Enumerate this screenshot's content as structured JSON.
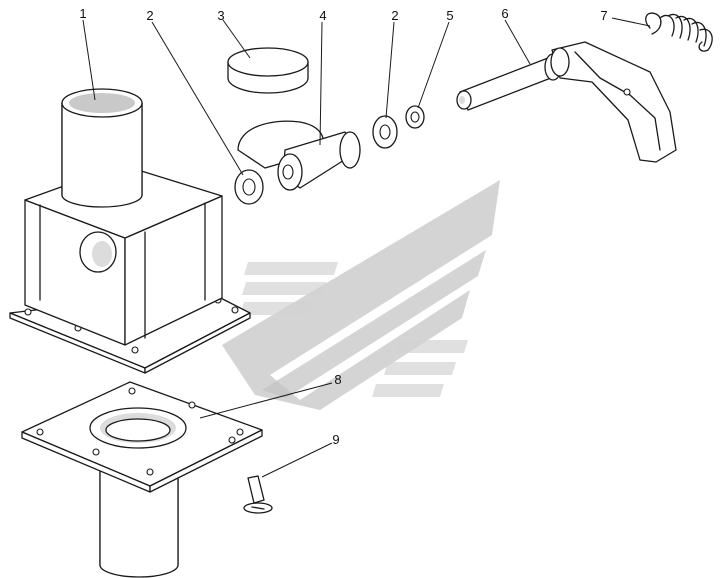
{
  "callouts": [
    {
      "id": "1",
      "text": "1"
    },
    {
      "id": "2a",
      "text": "2"
    },
    {
      "id": "3",
      "text": "3"
    },
    {
      "id": "4",
      "text": "4"
    },
    {
      "id": "2b",
      "text": "2"
    },
    {
      "id": "5",
      "text": "5"
    },
    {
      "id": "6",
      "text": "6"
    },
    {
      "id": "7",
      "text": "7"
    },
    {
      "id": "8",
      "text": "8"
    },
    {
      "id": "9",
      "text": "9"
    }
  ],
  "colors": {
    "line": "#1a1a1a",
    "shade": "#c9c9c9",
    "watermark": "#c4c4c4",
    "background": "#ffffff"
  },
  "icons": [
    "manufacturer-watermark-logo"
  ]
}
